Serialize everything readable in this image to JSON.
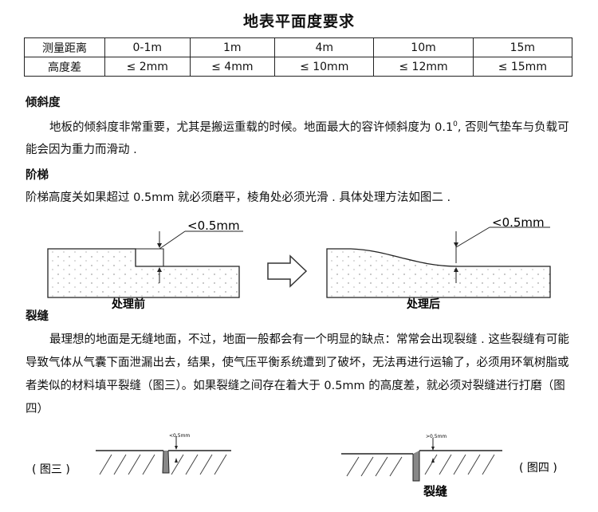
{
  "title": "地表平面度要求",
  "spec_table": {
    "header_label": "测量距离",
    "row_label": "高度差",
    "distances": [
      "0-1m",
      "1m",
      "4m",
      "10m",
      "15m"
    ],
    "height_diffs": [
      "≤ 2mm",
      "≤ 4mm",
      "≤ 10mm",
      "≤ 12mm",
      "≤ 15mm"
    ]
  },
  "tilt": {
    "heading": "倾斜度",
    "para_part1": "地板的倾斜度非常重要，尤其是搬运重载的时候。地面最大的容许倾斜度为 0.1",
    "para_sup": "0",
    "para_part2": ", 否则气垫车与负载可能会因为重力而滑动 ."
  },
  "step": {
    "heading": "阶梯",
    "para": "阶梯高度关如果超过 0.5mm 就必须磨平，棱角处必须光滑 . 具体处理方法如图二 .",
    "fig_before_caption": "处理前",
    "fig_after_caption": "处理后",
    "dim_label_left": "<0.5mm",
    "dim_label_right": "<0.5mm"
  },
  "crack": {
    "heading": "裂缝",
    "para": "最理想的地面是无缝地面，不过，地面一般都会有一个明显的缺点：常常会出现裂缝 . 这些裂缝有可能导致气体从气囊下面泄漏出去，结果，使气压平衡系统遭到了破坏，无法再进行运输了，必须用环氧树脂或者类似的材料填平裂缝（图三）。如果裂缝之间存在着大于 0.5mm 的高度差，就必须对裂缝进行打磨（图四）",
    "fig3_label": "( 图三 )",
    "fig4_label": "( 图四 )",
    "fig3_dim": "<0.5mm",
    "fig4_dim": ">0.5mm",
    "crack_caption": "裂缝"
  }
}
